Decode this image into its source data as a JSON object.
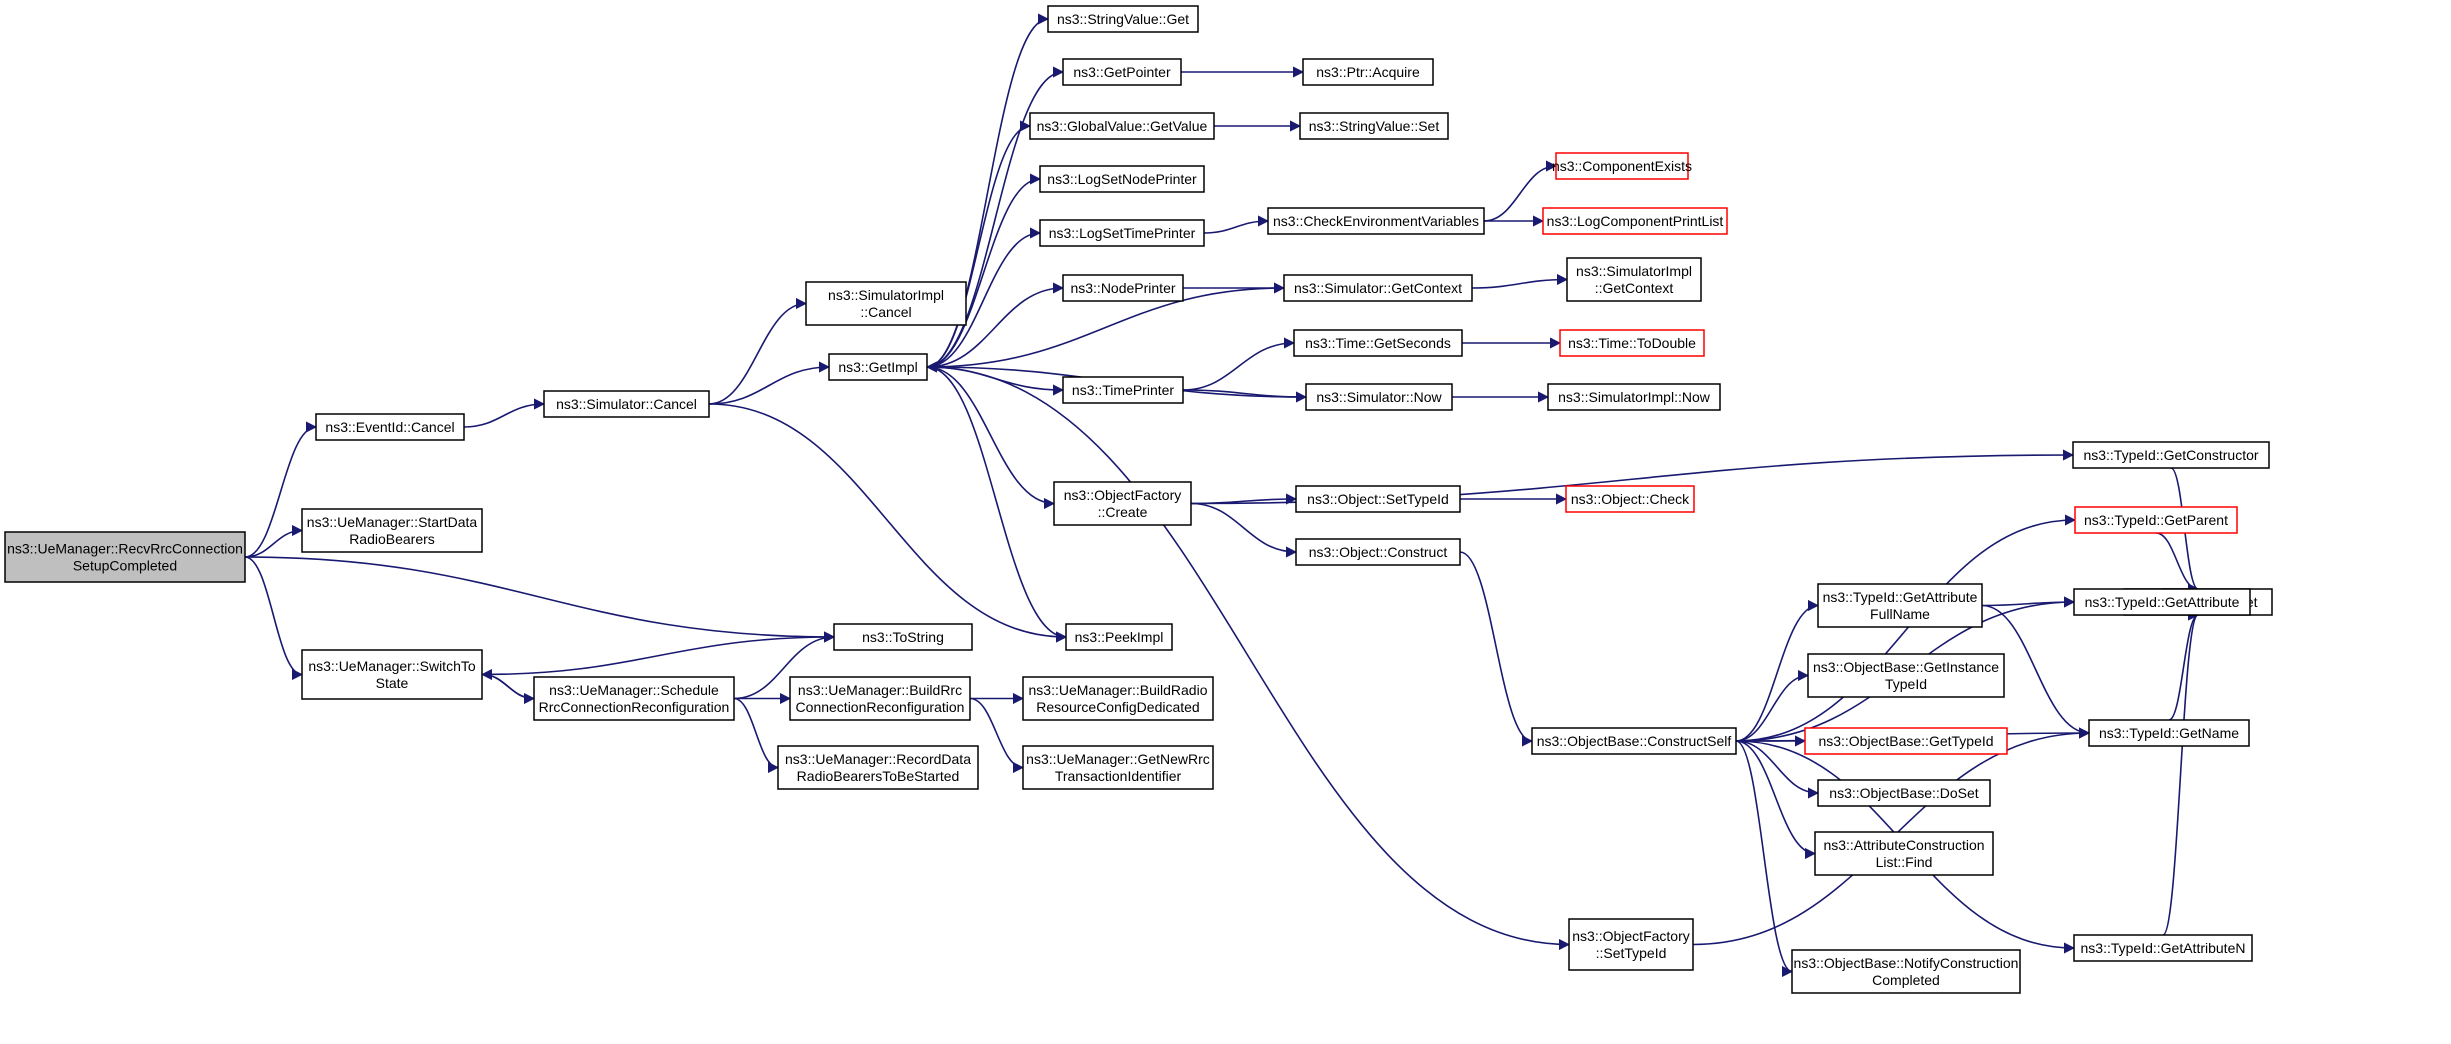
{
  "graph": {
    "edge_color": "#191970",
    "root_fill": "#bfbfbf",
    "nodes": [
      {
        "id": "recv",
        "lines": [
          "ns3::UeManager::RecvRrcConnection",
          "SetupCompleted"
        ],
        "root": true,
        "red": false
      },
      {
        "id": "evcancel",
        "lines": [
          "ns3::EventId::Cancel"
        ],
        "red": false
      },
      {
        "id": "startdata",
        "lines": [
          "ns3::UeManager::StartData",
          "RadioBearers"
        ],
        "red": false
      },
      {
        "id": "switchto",
        "lines": [
          "ns3::UeManager::SwitchTo",
          "State"
        ],
        "red": false
      },
      {
        "id": "simcancel",
        "lines": [
          "ns3::Simulator::Cancel"
        ],
        "red": false
      },
      {
        "id": "schedule",
        "lines": [
          "ns3::UeManager::Schedule",
          "RrcConnectionReconfiguration"
        ],
        "red": false
      },
      {
        "id": "recorddata",
        "lines": [
          "ns3::UeManager::RecordData",
          "RadioBearersToBeStarted"
        ],
        "red": false
      },
      {
        "id": "buildrrc",
        "lines": [
          "ns3::UeManager::BuildRrc",
          "ConnectionReconfiguration"
        ],
        "red": false
      },
      {
        "id": "buildradio",
        "lines": [
          "ns3::UeManager::BuildRadio",
          "ResourceConfigDedicated"
        ],
        "red": false
      },
      {
        "id": "getnewrrc",
        "lines": [
          "ns3::UeManager::GetNewRrc",
          "TransactionIdentifier"
        ],
        "red": false
      },
      {
        "id": "tostring",
        "lines": [
          "ns3::ToString"
        ],
        "red": false
      },
      {
        "id": "simimplcancel",
        "lines": [
          "ns3::SimulatorImpl",
          "::Cancel"
        ],
        "red": false
      },
      {
        "id": "getimpl",
        "lines": [
          "ns3::GetImpl"
        ],
        "red": false
      },
      {
        "id": "peekimpl",
        "lines": [
          "ns3::PeekImpl"
        ],
        "red": false
      },
      {
        "id": "stringvalueget",
        "lines": [
          "ns3::StringValue::Get"
        ],
        "red": false
      },
      {
        "id": "getpointer",
        "lines": [
          "ns3::GetPointer"
        ],
        "red": false
      },
      {
        "id": "ptracquire",
        "lines": [
          "ns3::Ptr::Acquire"
        ],
        "red": false
      },
      {
        "id": "globalvalue",
        "lines": [
          "ns3::GlobalValue::GetValue"
        ],
        "red": false
      },
      {
        "id": "stringvalueset",
        "lines": [
          "ns3::StringValue::Set"
        ],
        "red": false
      },
      {
        "id": "logsetnode",
        "lines": [
          "ns3::LogSetNodePrinter"
        ],
        "red": false
      },
      {
        "id": "logsettime",
        "lines": [
          "ns3::LogSetTimePrinter"
        ],
        "red": false
      },
      {
        "id": "checkenv",
        "lines": [
          "ns3::CheckEnvironmentVariables"
        ],
        "red": false
      },
      {
        "id": "compexists",
        "lines": [
          "ns3::ComponentExists"
        ],
        "red": true
      },
      {
        "id": "logcompprint",
        "lines": [
          "ns3::LogComponentPrintList"
        ],
        "red": true
      },
      {
        "id": "nodeprinter",
        "lines": [
          "ns3::NodePrinter"
        ],
        "red": false
      },
      {
        "id": "simgetcontext",
        "lines": [
          "ns3::Simulator::GetContext"
        ],
        "red": false
      },
      {
        "id": "simimplgetcontext",
        "lines": [
          "ns3::SimulatorImpl",
          "::GetContext"
        ],
        "red": false
      },
      {
        "id": "timeprinter",
        "lines": [
          "ns3::TimePrinter"
        ],
        "red": false
      },
      {
        "id": "timegetseconds",
        "lines": [
          "ns3::Time::GetSeconds"
        ],
        "red": false
      },
      {
        "id": "timetodouble",
        "lines": [
          "ns3::Time::ToDouble"
        ],
        "red": true
      },
      {
        "id": "simnow",
        "lines": [
          "ns3::Simulator::Now"
        ],
        "red": false
      },
      {
        "id": "simimplnow",
        "lines": [
          "ns3::SimulatorImpl::Now"
        ],
        "red": false
      },
      {
        "id": "objfactorycreate",
        "lines": [
          "ns3::ObjectFactory",
          "::Create"
        ],
        "red": false
      },
      {
        "id": "typeidgetconstructor",
        "lines": [
          "ns3::TypeId::GetConstructor"
        ],
        "red": false
      },
      {
        "id": "objsettypeid",
        "lines": [
          "ns3::Object::SetTypeId"
        ],
        "red": false
      },
      {
        "id": "objcheck",
        "lines": [
          "ns3::Object::Check"
        ],
        "red": true
      },
      {
        "id": "objconstruct",
        "lines": [
          "ns3::Object::Construct"
        ],
        "red": false
      },
      {
        "id": "typeidgetparent",
        "lines": [
          "ns3::TypeId::GetParent"
        ],
        "red": true
      },
      {
        "id": "singletonget",
        "lines": [
          "ns3::Singleton::Get"
        ],
        "red": false
      },
      {
        "id": "getattrfullname",
        "lines": [
          "ns3::TypeId::GetAttribute",
          "FullName"
        ],
        "red": false
      },
      {
        "id": "typeidgetattribute",
        "lines": [
          "ns3::TypeId::GetAttribute"
        ],
        "red": false
      },
      {
        "id": "getinstancetypeid",
        "lines": [
          "ns3::ObjectBase::GetInstance",
          "TypeId"
        ],
        "red": false
      },
      {
        "id": "constructself",
        "lines": [
          "ns3::ObjectBase::ConstructSelf"
        ],
        "red": false
      },
      {
        "id": "objbasegettypeid",
        "lines": [
          "ns3::ObjectBase::GetTypeId"
        ],
        "red": true
      },
      {
        "id": "typeidgetname",
        "lines": [
          "ns3::TypeId::GetName"
        ],
        "red": false
      },
      {
        "id": "doset",
        "lines": [
          "ns3::ObjectBase::DoSet"
        ],
        "red": false
      },
      {
        "id": "attrconstfind",
        "lines": [
          "ns3::AttributeConstruction",
          "List::Find"
        ],
        "red": false
      },
      {
        "id": "objfactorysettypeid",
        "lines": [
          "ns3::ObjectFactory",
          "::SetTypeId"
        ],
        "red": false
      },
      {
        "id": "notifyconstruction",
        "lines": [
          "ns3::ObjectBase::NotifyConstruction",
          "Completed"
        ],
        "red": false
      },
      {
        "id": "getattributen",
        "lines": [
          "ns3::TypeId::GetAttributeN"
        ],
        "red": false
      }
    ]
  }
}
